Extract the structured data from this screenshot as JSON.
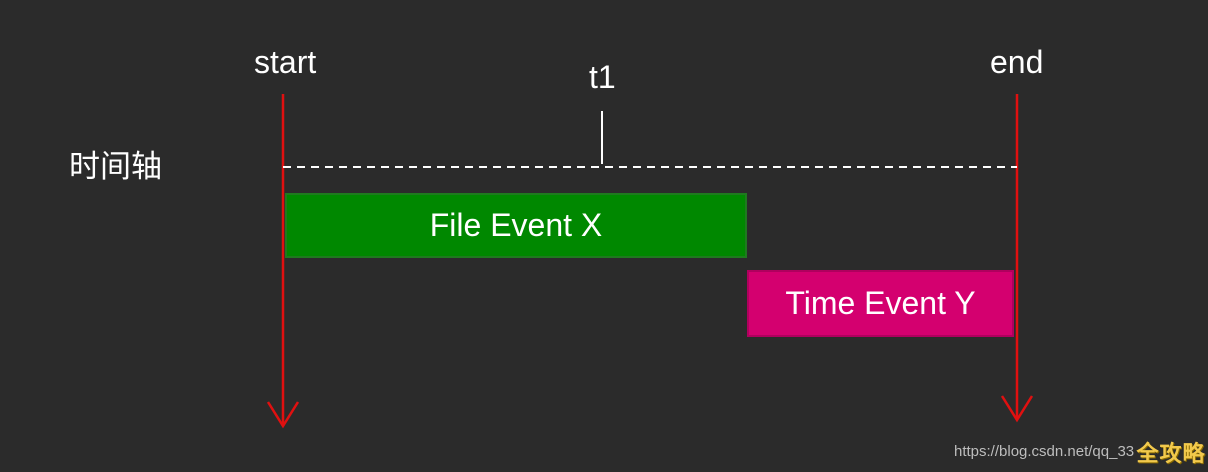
{
  "markers": {
    "start": "start",
    "end": "end",
    "t1": "t1"
  },
  "axis_label": "时间轴",
  "events": [
    {
      "label": "File Event X",
      "color": "#008800"
    },
    {
      "label": "Time Event Y",
      "color": "#d4006f"
    }
  ],
  "colors": {
    "background": "#2b2b2b",
    "arrow": "#e01010",
    "axis_line": "#ffffff",
    "text": "#ffffff"
  },
  "watermark": {
    "text": "https://blog.csdn.net/qq_33",
    "stamp": "全攻略"
  }
}
